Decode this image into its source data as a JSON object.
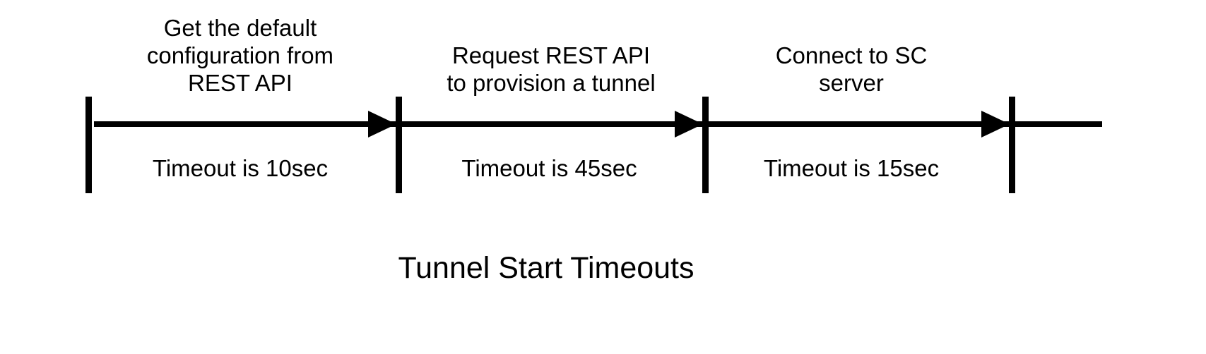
{
  "diagram": {
    "title": "Tunnel Start Timeouts",
    "background_color": "#ffffff",
    "line_color": "#000000",
    "orientation": "horizontal-timeline",
    "segments": [
      {
        "index": 1,
        "step_label": "Get the default\nconfiguration from\nREST API",
        "timeout_label": "Timeout is 10sec",
        "timeout_seconds": 10,
        "arrow": "right-arrowhead"
      },
      {
        "index": 2,
        "step_label": "Request REST API\nto provision a tunnel",
        "timeout_label": "Timeout is 45sec",
        "timeout_seconds": 45,
        "arrow": "right-arrowhead"
      },
      {
        "index": 3,
        "step_label": "Connect to SC\nserver",
        "timeout_label": "Timeout is 15sec",
        "timeout_seconds": 15,
        "arrow": "right-arrowhead"
      }
    ],
    "ticks": [
      {
        "name": "start-tick"
      },
      {
        "name": "divider-tick-1"
      },
      {
        "name": "divider-tick-2"
      },
      {
        "name": "end-tick"
      }
    ]
  }
}
